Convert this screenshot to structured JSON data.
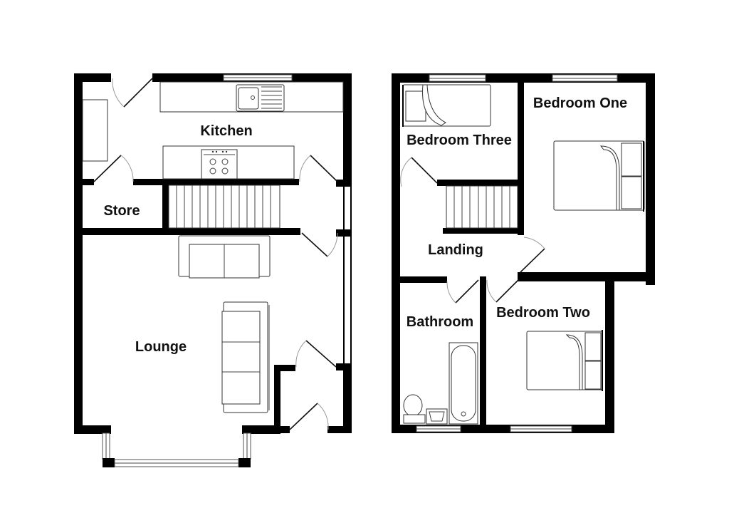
{
  "diagram": {
    "type": "floor-plan",
    "floors": [
      {
        "name": "ground-floor",
        "rooms": [
          {
            "id": "kitchen",
            "label": "Kitchen"
          },
          {
            "id": "store",
            "label": "Store"
          },
          {
            "id": "lounge",
            "label": "Lounge"
          }
        ],
        "fixtures": [
          "sink",
          "hob",
          "stairs",
          "sofa-two-seat",
          "sofa-three-seat",
          "bay-window"
        ]
      },
      {
        "name": "first-floor",
        "rooms": [
          {
            "id": "bedroom-three",
            "label": "Bedroom Three"
          },
          {
            "id": "bedroom-one",
            "label": "Bedroom One"
          },
          {
            "id": "landing",
            "label": "Landing"
          },
          {
            "id": "bathroom",
            "label": "Bathroom"
          },
          {
            "id": "bedroom-two",
            "label": "Bedroom Two"
          }
        ],
        "fixtures": [
          "single-bed",
          "double-bed",
          "double-bed",
          "stairs",
          "bath",
          "toilet",
          "basin"
        ]
      }
    ],
    "colors": {
      "wall": "#000000",
      "background": "#ffffff",
      "line": "#444444"
    }
  },
  "labels": {
    "kitchen": "Kitchen",
    "store": "Store",
    "lounge": "Lounge",
    "bedroom_three": "Bedroom Three",
    "bedroom_one": "Bedroom One",
    "landing": "Landing",
    "bathroom": "Bathroom",
    "bedroom_two": "Bedroom Two"
  }
}
